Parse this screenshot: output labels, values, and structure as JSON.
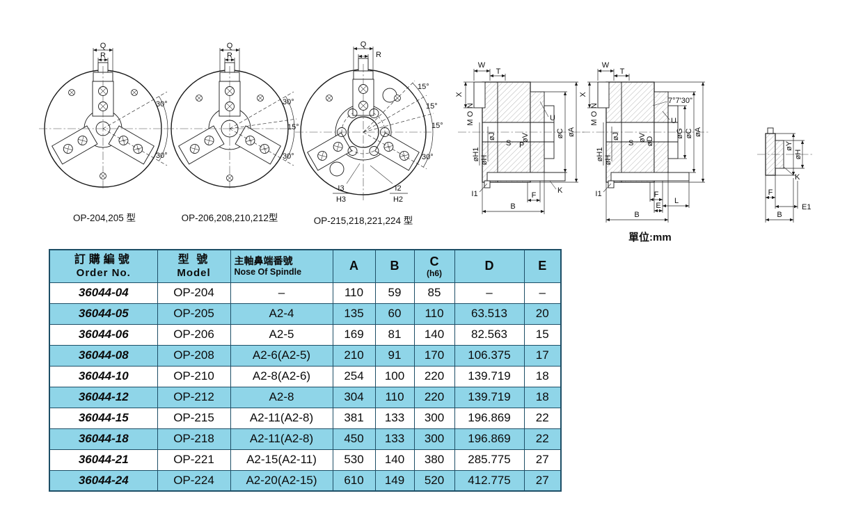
{
  "page": {
    "unit_label": "單位:mm"
  },
  "drawings": {
    "front1": {
      "caption": "OP-204,205 型",
      "labels": {
        "q": "Q",
        "r": "R",
        "a1": "30°",
        "a2": "30°"
      }
    },
    "front2": {
      "caption": "OP-206,208,210,212型",
      "labels": {
        "q": "Q",
        "r": "R",
        "a1": "30°",
        "a2": "15°",
        "a3": "30°"
      }
    },
    "front3": {
      "caption": "OP-215,218,221,224 型",
      "labels": {
        "q": "Q",
        "r": "R",
        "a1": "15°",
        "a2": "15°",
        "a3": "15°",
        "a4": "30°",
        "i3": "I3",
        "h3": "H3",
        "i2": "I2",
        "h2": "H2"
      }
    },
    "section1": {
      "labels": {
        "w": "W",
        "t": "T",
        "x": "X",
        "n": "N",
        "o": "O",
        "m": "M",
        "u": "U",
        "oj": "øJ",
        "s": "S",
        "p": "P",
        "ov": "øV",
        "oc": "øC",
        "oa": "øA",
        "oh1": "øH1",
        "oh": "øH",
        "i1": "I1",
        "f": "F",
        "k": "K",
        "b": "B"
      }
    },
    "section2": {
      "labels": {
        "w": "W",
        "t": "T",
        "x": "X",
        "n": "N",
        "o": "O",
        "m": "M",
        "angle": "7°7'30\"",
        "u": "U",
        "oj": "øJ",
        "s": "S",
        "ov": "øV",
        "od": "øD",
        "og": "øG",
        "oc": "øC",
        "oa": "øA",
        "oh1": "øH1",
        "oh": "øH",
        "i1": "I1",
        "f": "F",
        "e": "E",
        "l": "L",
        "b": "B"
      }
    },
    "section3": {
      "labels": {
        "oy": "øY",
        "oh": "øH",
        "k": "K",
        "f": "F",
        "e1": "E1",
        "b": "B"
      }
    }
  },
  "table": {
    "colors": {
      "cyan": "#8fd5e8",
      "border": "#1d4e66"
    },
    "headers": {
      "order_zh": "訂購編號",
      "order_en": "Order No.",
      "model_zh": "型 號",
      "model_en": "Model",
      "nose_zh": "主軸鼻端番號",
      "nose_en": "Nose Of Spindle",
      "a": "A",
      "b": "B",
      "c": "C",
      "c_sub": "(h6)",
      "d": "D",
      "e": "E"
    },
    "rows": [
      {
        "order": "36044-04",
        "model": "OP-204",
        "nose": "–",
        "a": "110",
        "b": "59",
        "c": "85",
        "d": "–",
        "e": "–"
      },
      {
        "order": "36044-05",
        "model": "OP-205",
        "nose": "A2-4",
        "a": "135",
        "b": "60",
        "c": "110",
        "d": "63.513",
        "e": "20"
      },
      {
        "order": "36044-06",
        "model": "OP-206",
        "nose": "A2-5",
        "a": "169",
        "b": "81",
        "c": "140",
        "d": "82.563",
        "e": "15"
      },
      {
        "order": "36044-08",
        "model": "OP-208",
        "nose": "A2-6(A2-5)",
        "a": "210",
        "b": "91",
        "c": "170",
        "d": "106.375",
        "e": "17"
      },
      {
        "order": "36044-10",
        "model": "OP-210",
        "nose": "A2-8(A2-6)",
        "a": "254",
        "b": "100",
        "c": "220",
        "d": "139.719",
        "e": "18"
      },
      {
        "order": "36044-12",
        "model": "OP-212",
        "nose": "A2-8",
        "a": "304",
        "b": "110",
        "c": "220",
        "d": "139.719",
        "e": "18"
      },
      {
        "order": "36044-15",
        "model": "OP-215",
        "nose": "A2-11(A2-8)",
        "a": "381",
        "b": "133",
        "c": "300",
        "d": "196.869",
        "e": "22"
      },
      {
        "order": "36044-18",
        "model": "OP-218",
        "nose": "A2-11(A2-8)",
        "a": "450",
        "b": "133",
        "c": "300",
        "d": "196.869",
        "e": "22"
      },
      {
        "order": "36044-21",
        "model": "OP-221",
        "nose": "A2-15(A2-11)",
        "a": "530",
        "b": "140",
        "c": "380",
        "d": "285.775",
        "e": "27"
      },
      {
        "order": "36044-24",
        "model": "OP-224",
        "nose": "A2-20(A2-15)",
        "a": "610",
        "b": "149",
        "c": "520",
        "d": "412.775",
        "e": "27"
      }
    ]
  }
}
